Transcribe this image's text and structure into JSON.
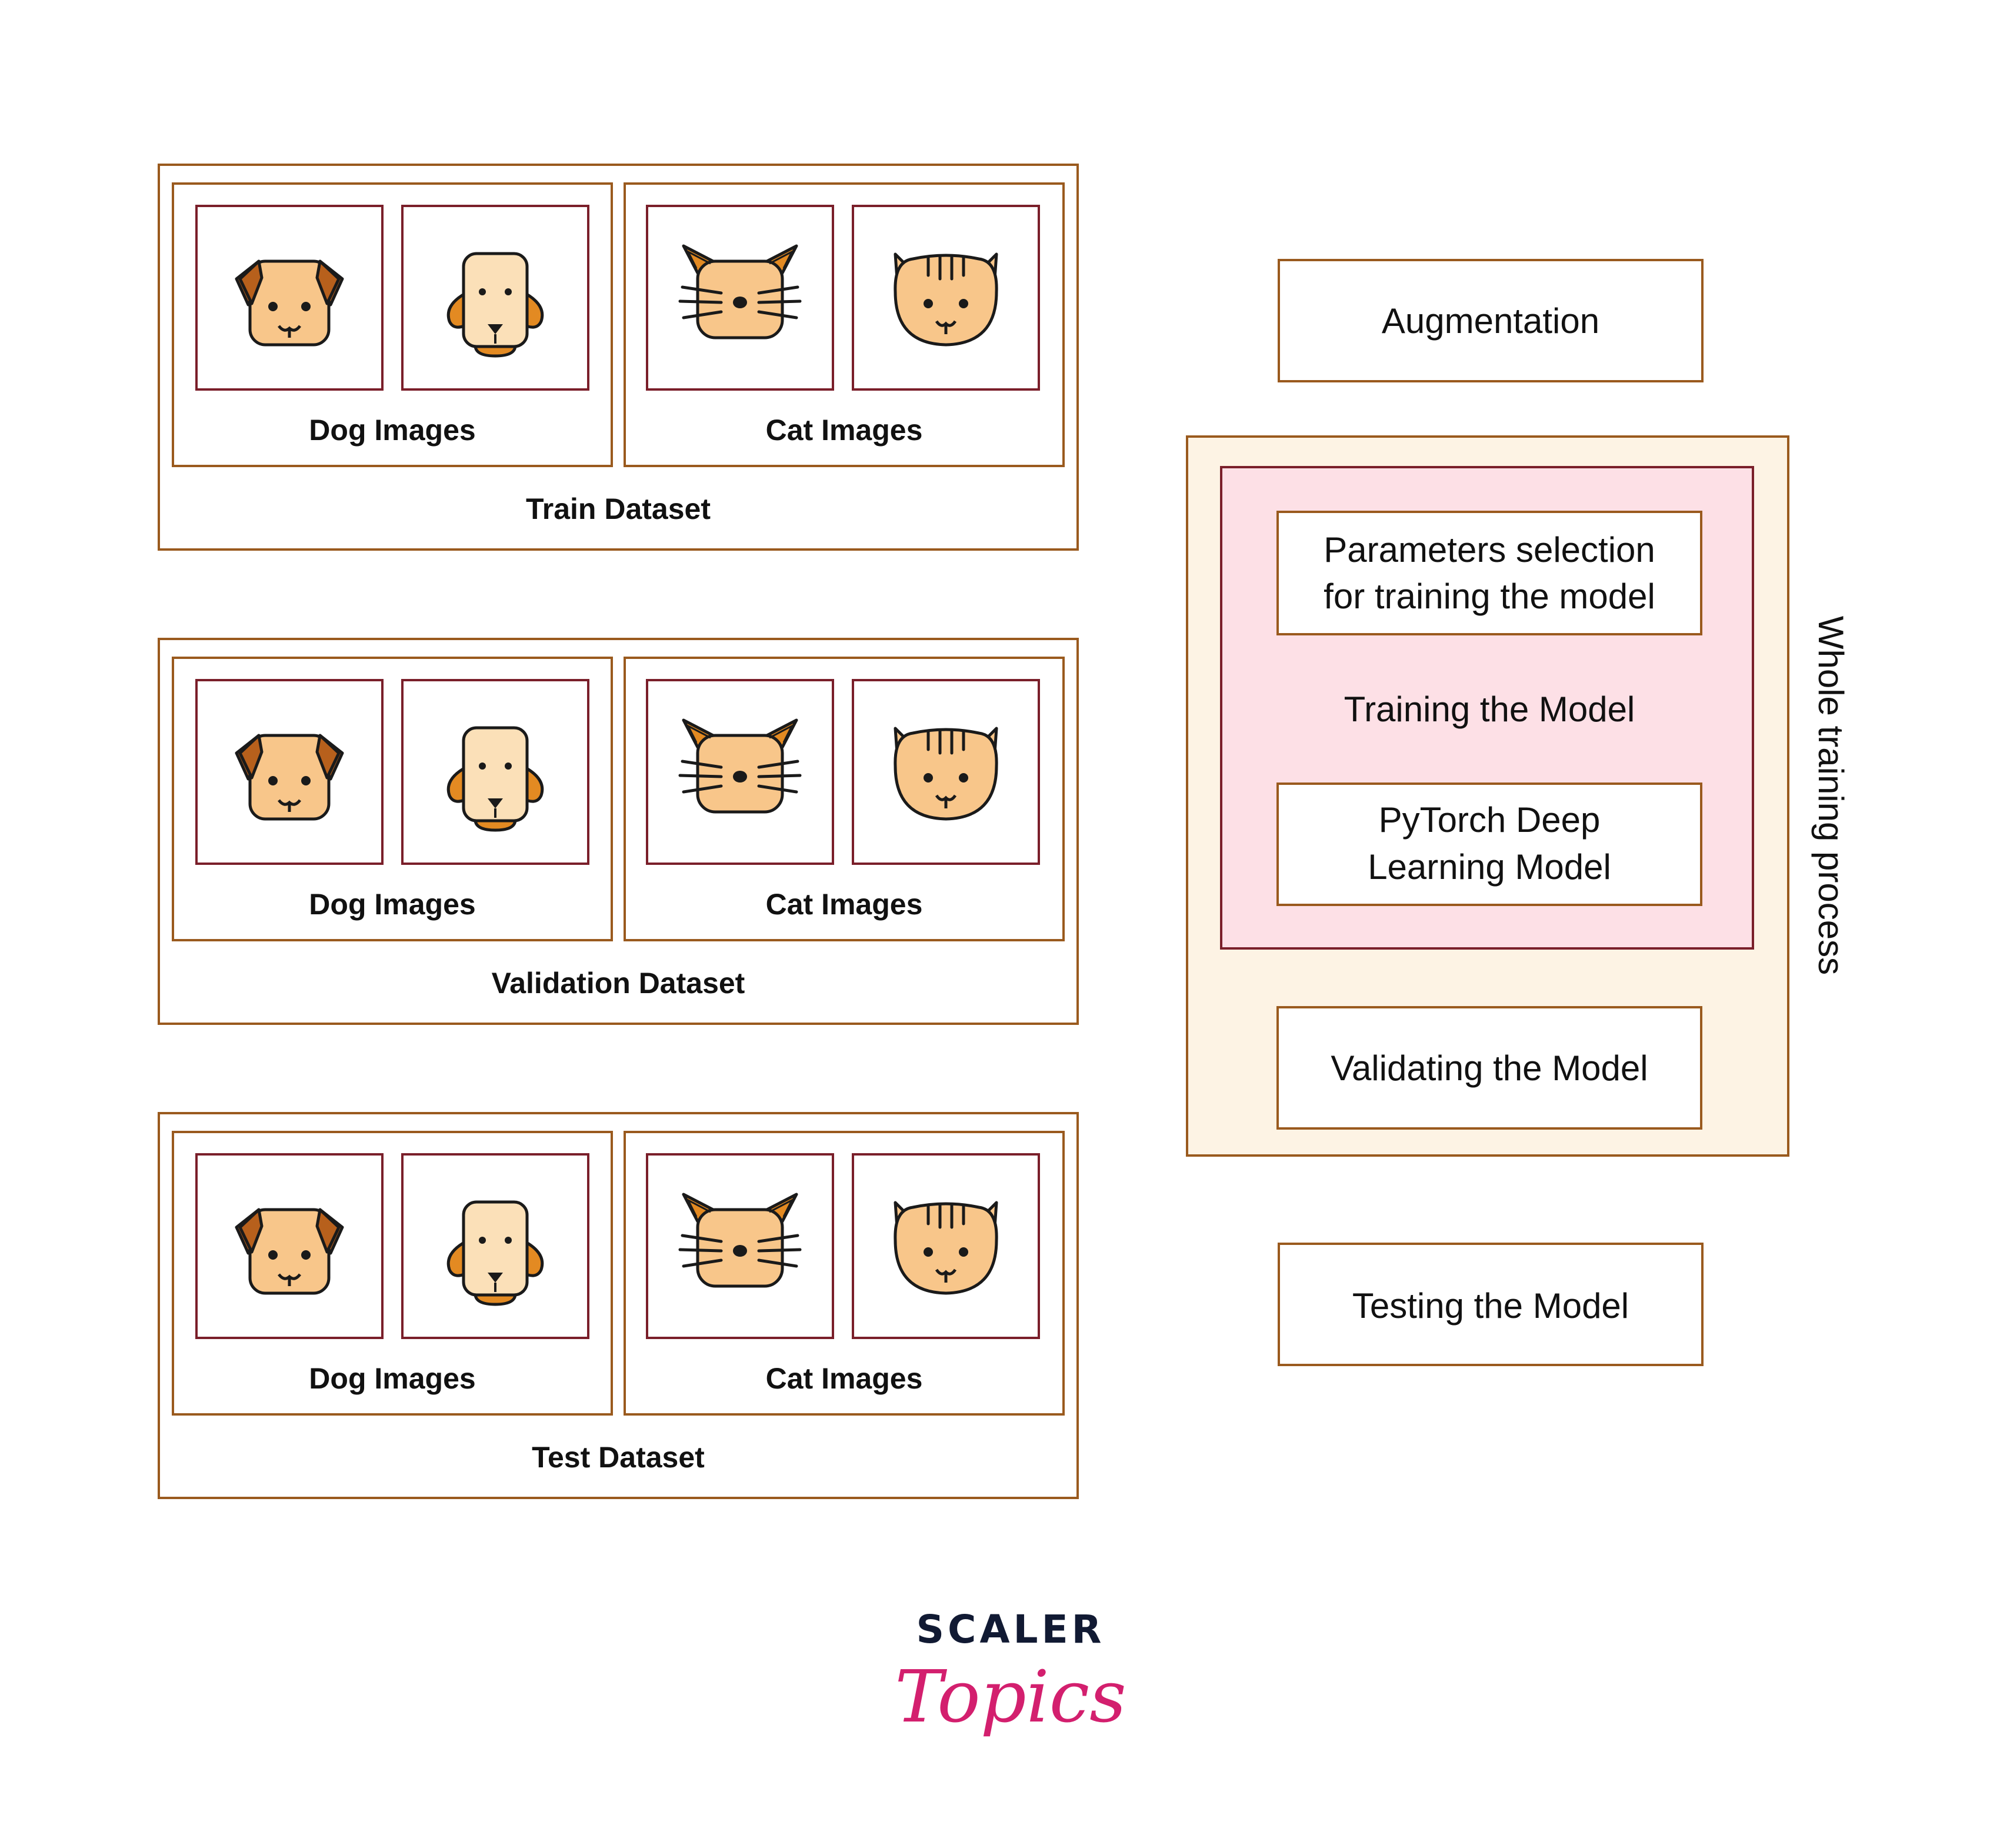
{
  "datasets": [
    {
      "title": "Train Dataset",
      "dog_label": "Dog Images",
      "cat_label": "Cat Images"
    },
    {
      "title": "Validation Dataset",
      "dog_label": "Dog Images",
      "cat_label": "Cat Images"
    },
    {
      "title": "Test Dataset",
      "dog_label": "Dog Images",
      "cat_label": "Cat Images"
    }
  ],
  "steps": {
    "augmentation": "Augmentation",
    "params_line1": "Parameters selection",
    "params_line2": "for training the model",
    "training": "Training the Model",
    "pytorch_line1": "PyTorch Deep",
    "pytorch_line2": "Learning Model",
    "validating": "Validating the Model",
    "testing": "Testing the Model"
  },
  "group_label": "Whole training process",
  "logo": {
    "scaler": "SCALER",
    "topics": "Topics"
  },
  "icons": [
    "dog-floppy-ear-icon",
    "dog-long-ear-icon",
    "cat-whisker-icon",
    "cat-striped-icon"
  ],
  "colors": {
    "box_border": "#9a5a1e",
    "image_frame": "#7a1f2a",
    "group_fill": "#fdf3e4",
    "training_fill": "#fde0e6",
    "animal_face": "#f8c68a",
    "animal_ear": "#c5641a",
    "logo_pink": "#d31f6e"
  }
}
